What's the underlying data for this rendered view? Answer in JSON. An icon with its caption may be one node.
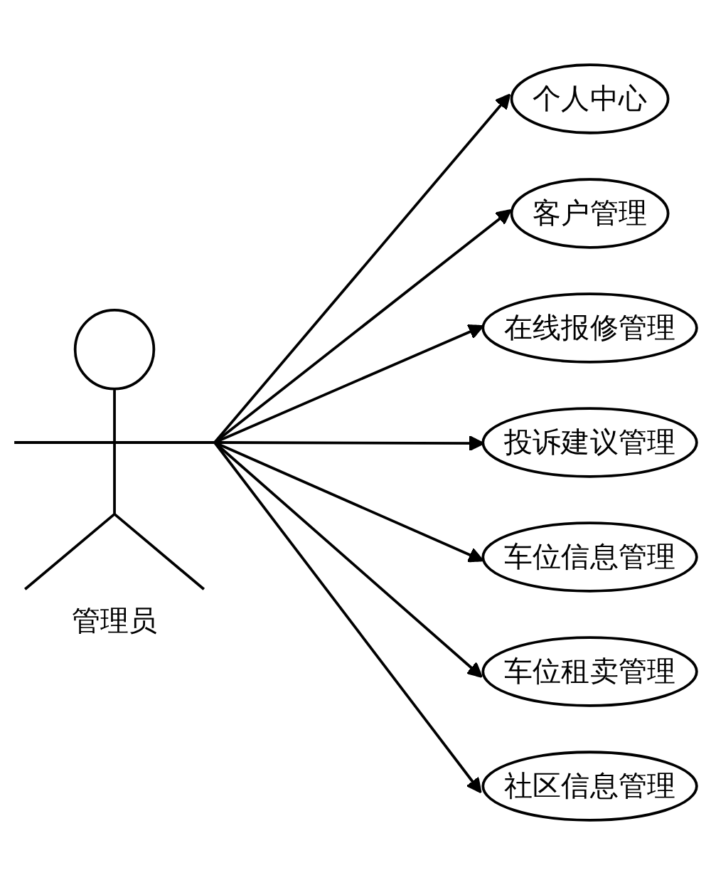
{
  "diagram": {
    "nodes": [
      {
        "text": [
          "管理员"
        ]
      },
      {
        "text": [
          "个人中心"
        ]
      },
      {
        "text": [
          "客户管理"
        ]
      },
      {
        "text": [
          "在线报修管理"
        ]
      },
      {
        "text": [
          "投诉建议管理"
        ]
      },
      {
        "text": [
          "车位信息管理"
        ]
      },
      {
        "text": [
          "车位租卖管理"
        ]
      },
      {
        "text": [
          "社区信息管理"
        ]
      }
    ],
    "edges": [
      {
        "from": 0,
        "to": 1,
        "arrow": "to"
      },
      {
        "from": 0,
        "to": 2,
        "arrow": "to"
      },
      {
        "from": 0,
        "to": 3,
        "arrow": "to"
      },
      {
        "from": 0,
        "to": 4,
        "arrow": "to"
      },
      {
        "from": 0,
        "to": 5,
        "arrow": "to"
      },
      {
        "from": 0,
        "to": 6,
        "arrow": "to"
      },
      {
        "from": 0,
        "to": 7,
        "arrow": "to"
      }
    ]
  }
}
